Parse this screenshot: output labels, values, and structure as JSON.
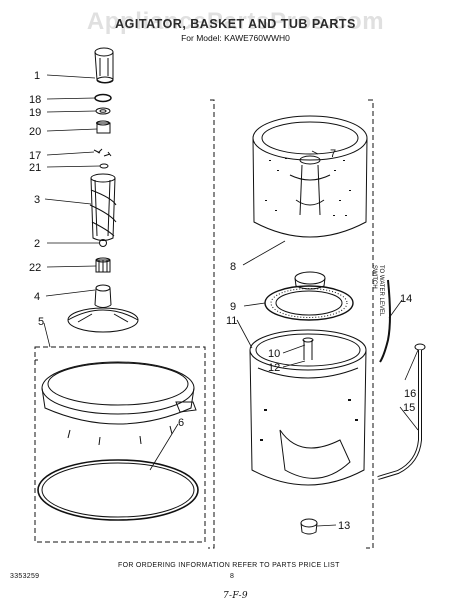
{
  "watermark": "AppliancePartsPros.com",
  "header": {
    "title": "AGITATOR, BASKET AND TUB PARTS",
    "model": "For Model: KAWE760WWH0"
  },
  "callouts": [
    "1",
    "18",
    "19",
    "20",
    "17",
    "21",
    "3",
    "2",
    "22",
    "4",
    "5",
    "6",
    "7",
    "8",
    "9",
    "11",
    "10",
    "12",
    "13",
    "14",
    "15",
    "16"
  ],
  "side_note": {
    "line1": "TO WATER LEVEL",
    "line2": "SWITCH"
  },
  "footer": {
    "note": "FOR ORDERING INFORMATION REFER TO PARTS PRICE LIST",
    "doc_number": "3353259",
    "page": "8",
    "handwritten": "7-F-9"
  }
}
